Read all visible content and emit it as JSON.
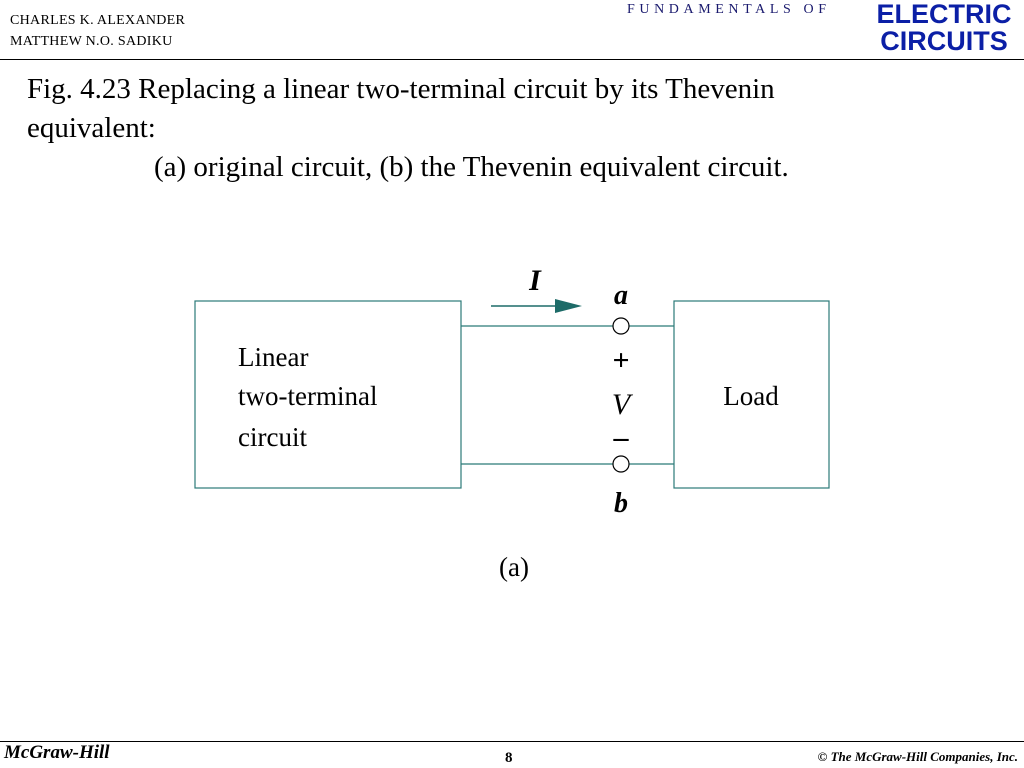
{
  "header": {
    "author1": "CHARLES K. ALEXANDER",
    "author2": "MATTHEW N.O. SADIKU",
    "series": "FUNDAMENTALS OF",
    "brand_line1": "ELECTRIC",
    "brand_line2": "CIRCUITS"
  },
  "caption": {
    "line1": "Fig. 4.23  Replacing a linear two-terminal circuit by its Thevenin",
    "line2": "equivalent:",
    "line3": "(a) original circuit, (b) the Thevenin equivalent circuit."
  },
  "diagram": {
    "circuit_line1": "Linear",
    "circuit_line2": "two-terminal",
    "circuit_line3": "circuit",
    "load_label": "Load",
    "current_label": "I",
    "terminal_a": "a",
    "terminal_b": "b",
    "plus_sign": "+",
    "voltage_label": "V",
    "minus_sign": "–",
    "part_label": "(a)"
  },
  "footer": {
    "publisher": "McGraw-Hill",
    "page_number": "8",
    "copyright": "© The McGraw-Hill Companies, Inc."
  },
  "colors": {
    "box_border": "#2b7a78",
    "wire": "#2b7a78",
    "arrow": "#1d6b68",
    "brand": "#0b1fa6"
  }
}
